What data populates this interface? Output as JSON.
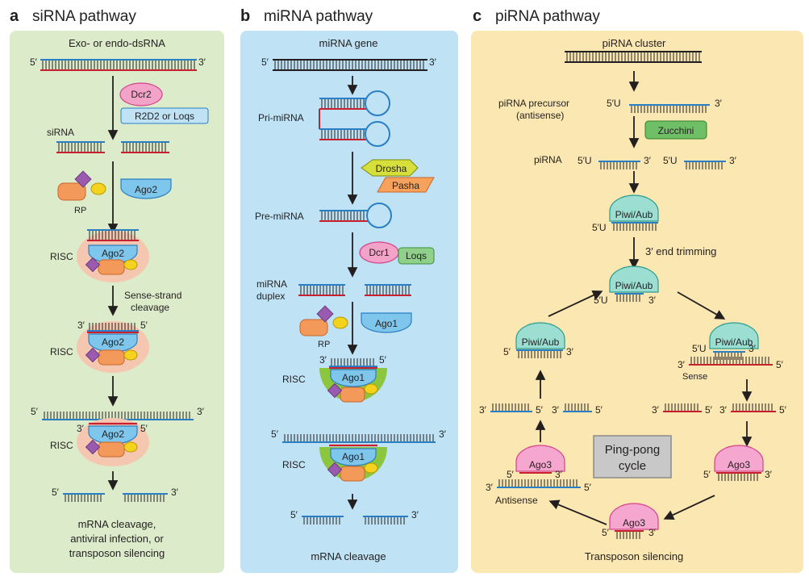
{
  "colors": {
    "siRNA_bg": "#dcebc9",
    "miRNA_bg": "#bfe3f5",
    "piRNA_bg": "#fbe7b2",
    "blue_strand": "#2a7fc4",
    "red_strand": "#c8202f",
    "ago_blue": "#7ec6ec",
    "piwi_teal": "#9dded3",
    "ago3_pink": "#f6a7cf",
    "dcr_pink": "#f4a3c8",
    "drosha_yellow": "#d7df3b",
    "pasha_orange": "#f6a25c",
    "zucchini_green": "#6fbf66",
    "risc_halo": "#f6c7b0",
    "risc_green": "#8cc63f",
    "rp_purple": "#9a5ab0",
    "rp_orange": "#f39a5b",
    "rp_yellow": "#f4d21e"
  },
  "panels": {
    "a": {
      "letter": "a",
      "title": "siRNA pathway",
      "source_label": "Exo- or endo-dsRNA",
      "dcr2": "Dcr2",
      "r2d2": "R2D2 or Loqs",
      "sirna": "siRNA",
      "rp": "RP",
      "ago2": "Ago2",
      "risc": "RISC",
      "sense_cleavage_1": "Sense-strand",
      "sense_cleavage_2": "cleavage",
      "end_1": "mRNA cleavage,",
      "end_2": "antiviral infection, or",
      "end_3": "transposon silencing",
      "p5": "5′",
      "p3": "3′"
    },
    "b": {
      "letter": "b",
      "title": "miRNA pathway",
      "gene": "miRNA gene",
      "pri": "Pri-miRNA",
      "drosha": "Drosha",
      "pasha": "Pasha",
      "pre": "Pre-miRNA",
      "dcr1": "Dcr1",
      "loqs": "Loqs",
      "duplex_1": "miRNA",
      "duplex_2": "duplex",
      "rp": "RP",
      "ago1": "Ago1",
      "risc": "RISC",
      "end": "mRNA cleavage",
      "p5": "5′",
      "p3": "3′"
    },
    "c": {
      "letter": "c",
      "title": "piRNA pathway",
      "cluster": "piRNA cluster",
      "precursor_1": "piRNA precursor",
      "precursor_2": "(antisense)",
      "zucchini": "Zucchini",
      "pirna": "piRNA",
      "piwi": "Piwi/Aub",
      "trimming": "3′ end trimming",
      "ago3": "Ago3",
      "sense": "Sense",
      "antisense": "Antisense",
      "pingpong_1": "Ping-pong",
      "pingpong_2": "cycle",
      "end": "Transposon silencing",
      "p5u": "5′U",
      "p5": "5′",
      "p3": "3′"
    }
  }
}
